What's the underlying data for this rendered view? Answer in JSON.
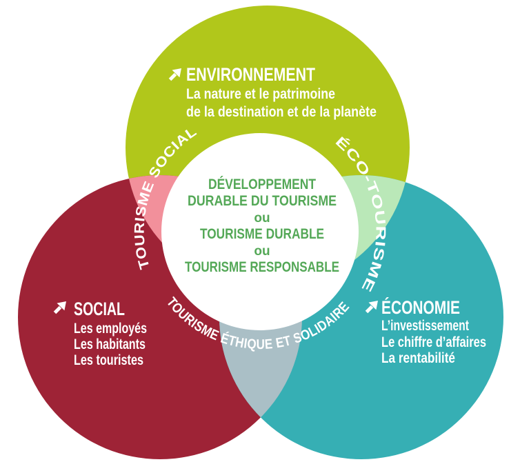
{
  "diagram": {
    "name": "Venn diagram of sustainable tourism",
    "background": "#ffffff"
  },
  "colors": {
    "environment": "#b1c71b",
    "social": "#9e2336",
    "economy": "#36afb4",
    "social_environment": "#f2909b",
    "environment_economy": "#bae8b8",
    "social_economy": "#aabfc6",
    "center_circle": "#ffffff",
    "center_text": "#54a857",
    "label_text": "#ffffff"
  },
  "icons": {
    "bullet": "arrow-up-right"
  },
  "circles": {
    "environment": {
      "heading": "ENVIRONNEMENT",
      "lines": [
        "La nature et le patrimoine",
        "de la destination et de la planète"
      ]
    },
    "social": {
      "heading": "SOCIAL",
      "lines": [
        "Les employés",
        "Les habitants",
        "Les touristes"
      ]
    },
    "economy": {
      "heading": "ÉCONOMIE",
      "lines": [
        "L’investissement",
        "Le chiffre d’affaires",
        "La rentabilité"
      ]
    }
  },
  "center": {
    "lines": [
      "DÉVELOPPEMENT",
      "DURABLE DU TOURISME",
      "ou",
      "TOURISME DURABLE",
      "ou",
      "TOURISME RESPONSABLE"
    ]
  },
  "intersections": {
    "social_environment": {
      "label": "TOURISME SOCIAL"
    },
    "environment_economy": {
      "label": "ÉCO-TOURISME"
    },
    "social_economy": {
      "label": "TOURISME ÉTHIQUE ET SOLIDAIRE"
    }
  }
}
